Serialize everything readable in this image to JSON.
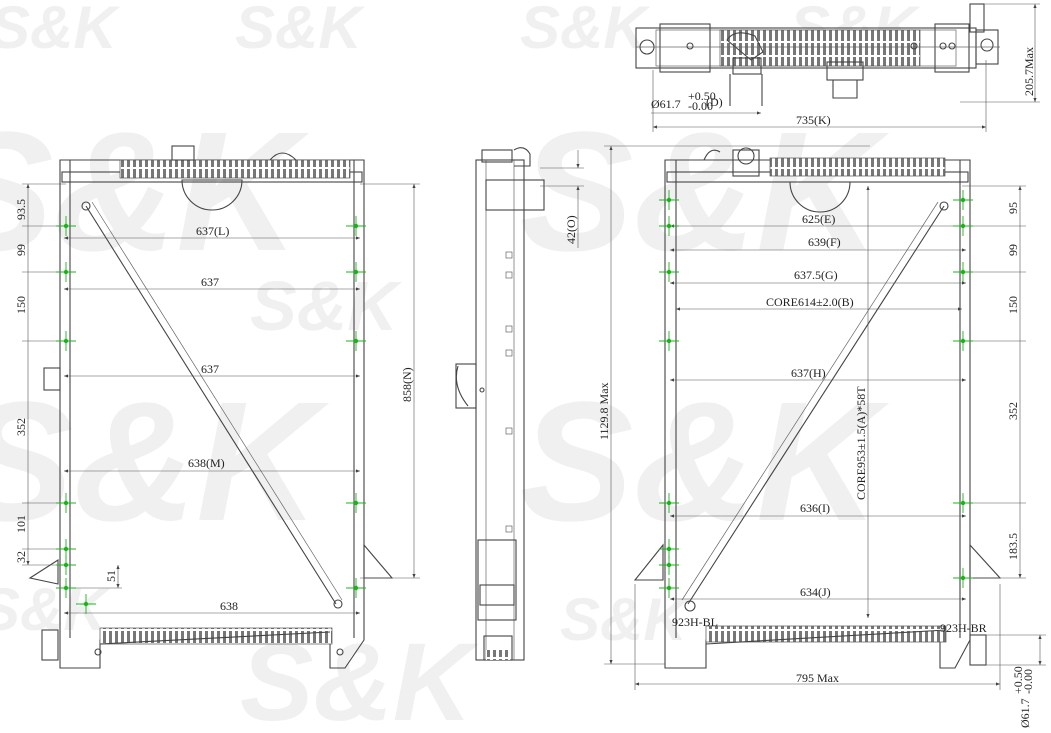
{
  "watermark": {
    "brand": "S&K"
  },
  "colors": {
    "line": "#444444",
    "dimension": "#555555",
    "marker": "#19b419",
    "watermark": "#f0f0f0"
  },
  "top_view": {
    "pipe_label": "Ø61.7",
    "pipe_tol_plus": "+0.50",
    "pipe_tol_minus": "-0.00",
    "pipe_ref": "(D)",
    "width": "735(K)",
    "height": "205.7Max"
  },
  "front_left": {
    "dims_horizontal": [
      "637(L)",
      "637",
      "637",
      "638(M)",
      "638"
    ],
    "dims_vertical": [
      "93.5",
      "99",
      "150",
      "352",
      "101",
      "32",
      "51"
    ],
    "core_height": "858(N)"
  },
  "side_view": {
    "depth": "42(O)"
  },
  "front_right": {
    "dims_horizontal": [
      "625(E)",
      "639(F)",
      "637.5(G)",
      "CORE614±2.0(B)",
      "637(H)",
      "636(I)",
      "634(J)"
    ],
    "dims_vertical": [
      "95",
      "99",
      "150",
      "352",
      "183.5"
    ],
    "overall_height": "1129.8 Max",
    "core_height": "CORE953±1.5(A)*58T",
    "overall_width": "795 Max",
    "outlet_label": "Ø61.7",
    "outlet_tol_plus": "+0.50",
    "outlet_tol_minus": "-0.00",
    "stamp_left": "923H-BL",
    "stamp_right": "923H-BR"
  }
}
